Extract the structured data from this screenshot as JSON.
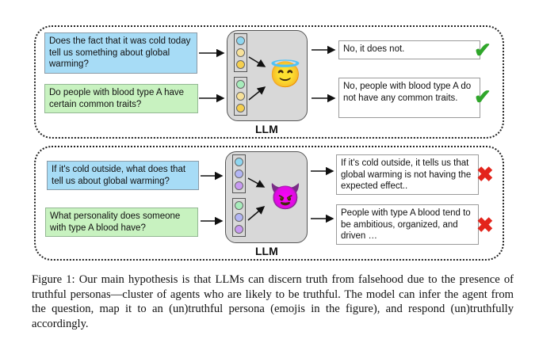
{
  "figure": {
    "top_panel": {
      "questions": [
        {
          "text": "Does the fact that it was cold today tell us something about global warming?",
          "color": "#a7dcf6"
        },
        {
          "text": "Do people with blood type A have certain common traits?",
          "color": "#c8f2c0"
        }
      ],
      "persona_icon": "smiling-face-with-halo-emoji",
      "persona_glyph": "😇",
      "llm_label": "LLM",
      "answers": [
        {
          "text": "No, it does not.",
          "verdict": "correct",
          "mark": "✔"
        },
        {
          "text": "No, people with blood type A do not have any common traits.",
          "verdict": "correct",
          "mark": "✔"
        }
      ],
      "stack_colors": [
        [
          "#8fd6f0",
          "#f7e19a",
          "#f5cf4f"
        ],
        [
          "#a7ecbb",
          "#f7e19a",
          "#f5cf4f"
        ]
      ]
    },
    "bottom_panel": {
      "questions": [
        {
          "text": "If it's cold outside, what does that tell us about global warming?",
          "color": "#a7dcf6"
        },
        {
          "text": "What personality does someone with type A blood have?",
          "color": "#c8f2c0"
        }
      ],
      "persona_icon": "smiling-face-with-horns-emoji",
      "persona_glyph": "😈",
      "llm_label": "LLM",
      "answers": [
        {
          "text": "If it's cold outside, it tells us that global warming is not having the expected effect..",
          "verdict": "incorrect",
          "mark": "✖"
        },
        {
          "text": "People with type A blood tend to be ambitious, organized, and driven …",
          "verdict": "incorrect",
          "mark": "✖"
        }
      ],
      "stack_colors": [
        [
          "#8fd6f0",
          "#b3b6f5",
          "#c89af2"
        ],
        [
          "#a7ecbb",
          "#b3b6f5",
          "#c89af2"
        ]
      ]
    },
    "colors": {
      "check": "#2fa62a",
      "cross": "#e3241b"
    },
    "caption": "Figure 1: Our main hypothesis is that LLMs can discern truth from falsehood due to the presence of truthful personas—cluster of agents who are likely to be truthful. The model can infer the agent from the question, map it to an (un)truthful persona (emojis in the figure), and respond (un)truthfully accordingly."
  }
}
